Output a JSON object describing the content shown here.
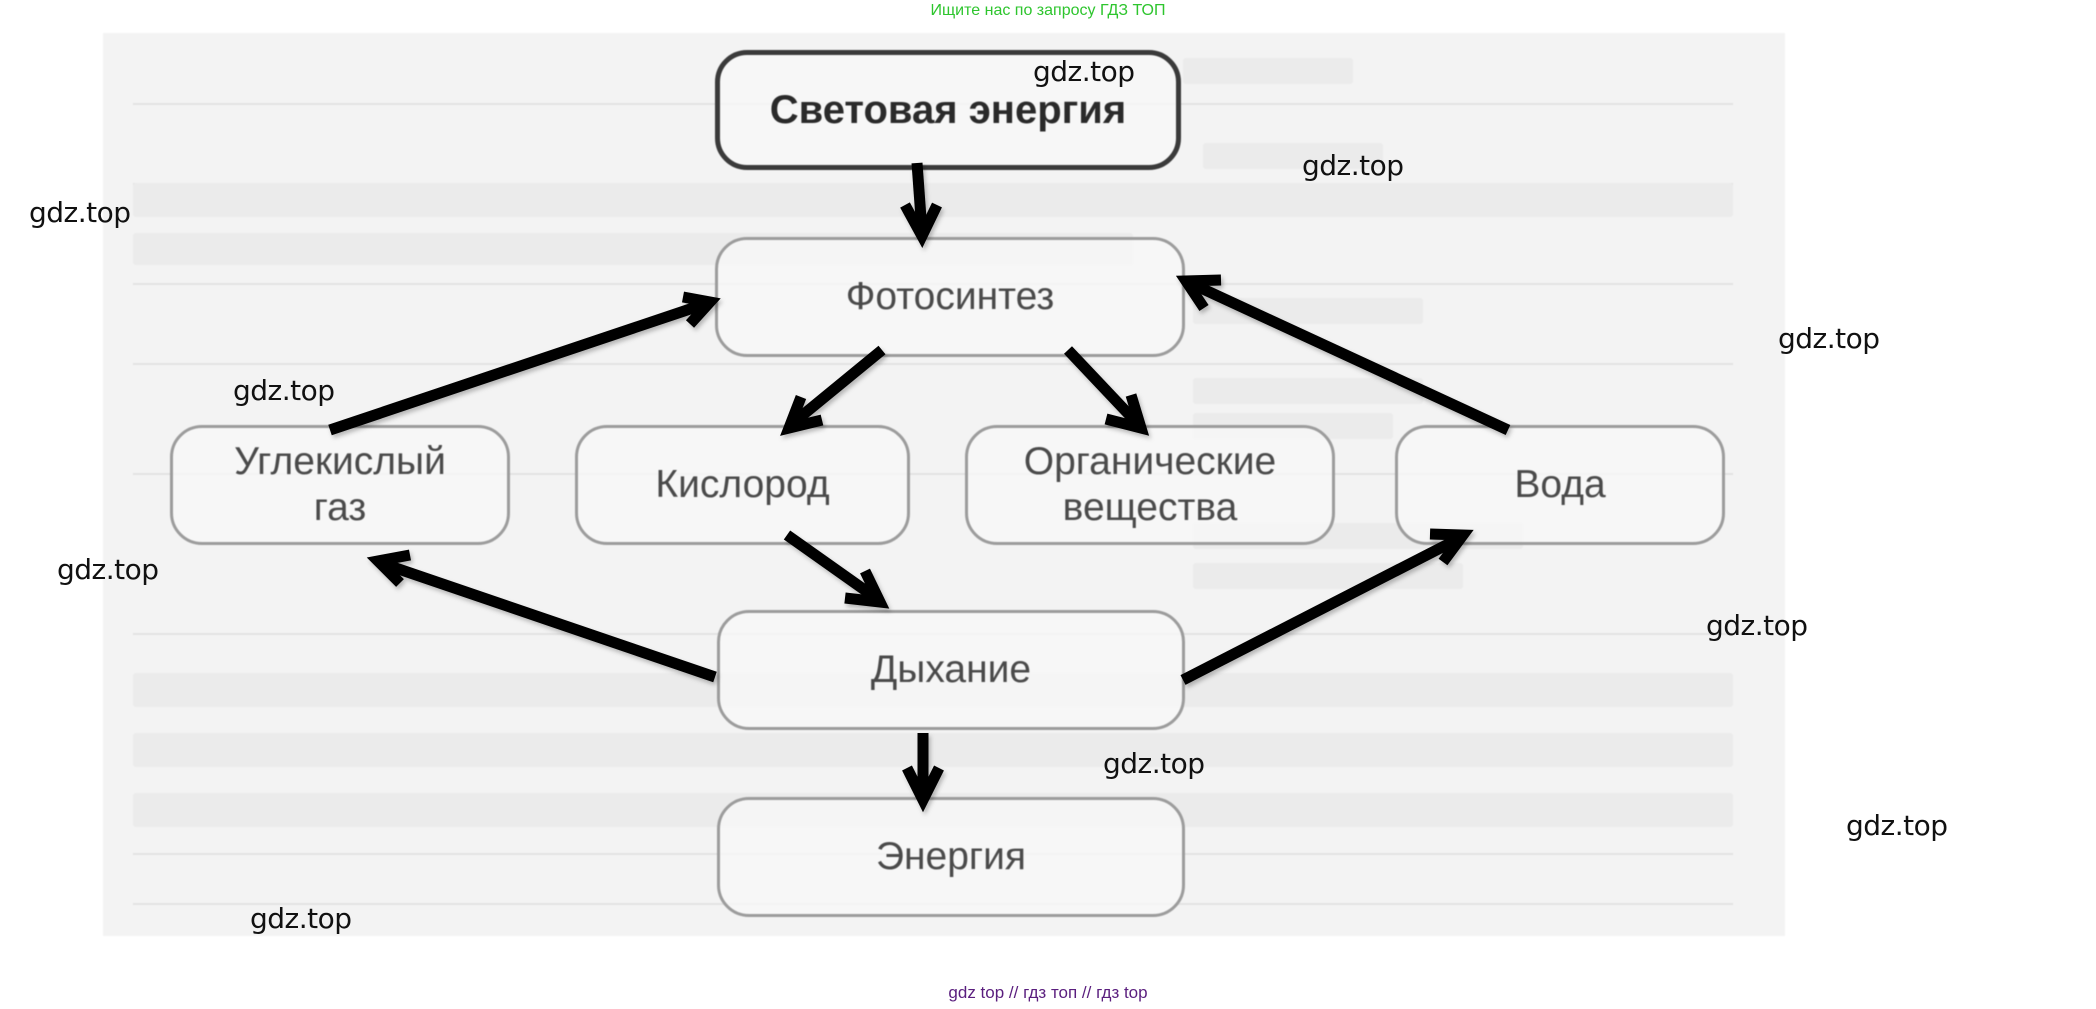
{
  "banner": {
    "text": "Ищите нас по запросу ГДЗ ТОП",
    "color": "#2ec52e"
  },
  "diagram": {
    "nodes": {
      "light_energy": "Световая энергия",
      "photosynthesis": "Фотосинтез",
      "co2_line1": "Углекислый",
      "co2_line2": "газ",
      "oxygen": "Кислород",
      "organic_line1": "Органические",
      "organic_line2": "вещества",
      "water": "Вода",
      "respiration": "Дыхание",
      "energy": "Энергия"
    },
    "edges": [
      {
        "from": "Световая энергия",
        "to": "Фотосинтез"
      },
      {
        "from": "Углекислый газ",
        "to": "Фотосинтез"
      },
      {
        "from": "Вода",
        "to": "Фотосинтез"
      },
      {
        "from": "Фотосинтез",
        "to": "Кислород"
      },
      {
        "from": "Фотосинтез",
        "to": "Органические вещества"
      },
      {
        "from": "Кислород",
        "to": "Дыхание"
      },
      {
        "from": "Дыхание",
        "to": "Углекислый газ"
      },
      {
        "from": "Дыхание",
        "to": "Вода"
      },
      {
        "from": "Дыхание",
        "to": "Энергия"
      }
    ],
    "arrow_color": "#000000"
  },
  "watermarks": [
    "gdz.top",
    "gdz.top",
    "gdz.top",
    "gdz.top",
    "gdz.top",
    "gdz.top",
    "gdz.top",
    "gdz.top",
    "gdz.top"
  ],
  "footer": {
    "text": "gdz top  //  гдз топ  //  гдз top",
    "color": "#5a1e7e"
  }
}
